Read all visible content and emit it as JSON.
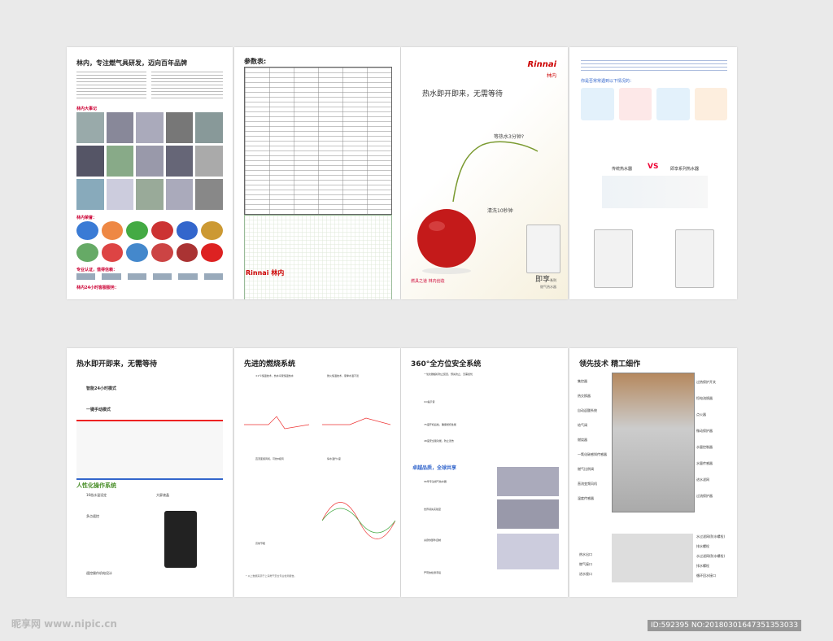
{
  "top": {
    "p1": {
      "title": "林内，专注燃气具研发，迈向百年品牌",
      "section_events": "林内大事记",
      "section_honors": "林内荣誉：",
      "section_cert": "专业认证，值得信赖：",
      "section_service": "林内24小时客服服务："
    },
    "p2": {
      "title": "参数表:",
      "footer_brand": "Rinnai 林内"
    },
    "p3": {
      "headline": "热水即开即来，无需等待",
      "wait": "等热水3分钟?",
      "wash": "清洗10秒钟",
      "slogan": "燃具之道 林内创造",
      "brand": "Rinnai",
      "brand_cn": "林内",
      "product_name": "即享",
      "product_suffix": "系列",
      "product_sub": "燃气热水器"
    },
    "p4": {
      "question": "你是否常常遇到以下情况的：",
      "vs_left": "传统热水器",
      "vs_mid": "VS",
      "vs_right": "即享系列热水器",
      "vs_right_title": "即享"
    }
  },
  "bottom": {
    "p1": {
      "title": "热水即开即来，无需等待",
      "feature_1": "智能24小时模式",
      "feature_2": "一键手动模式",
      "section": "人性化操作系统",
      "item_1": "16档水温设定",
      "item_2": "大屏液晶",
      "item_3": "多点遥控",
      "item_4": "遥控操作机电设计"
    },
    "p2": {
      "title": "先进的燃烧系统",
      "f1": "±1℃恒温技术，热水享受恒温热水",
      "f2": "微火恒温技术，夏季水温不烫",
      "f3": "直流变频风机，可抗8级风",
      "f4": "停水温升1度",
      "f5": "高效节能",
      "note": "* 以上数据来源于上海燃气安全专业检测报告。"
    },
    "p3": {
      "title": "360°全方位安全系统",
      "s1": "一氧化碳超标防止装置，预先防止，无需担忧",
      "s2": "CO提示音",
      "s3": "75度开机后检，确保燃烧性能",
      "s4": "48度安全锁功能，防止烫伤",
      "section": "卓越品质，全球共享",
      "q1": "96年专注燃气热水器",
      "q2": "世界领先实验室",
      "q3": "关键零部件自制",
      "q4": "严苛的检测手段"
    },
    "p4": {
      "title": "领先技术 精工细作",
      "labels_left": [
        "集控器",
        "热交换器",
        "自动返酸系统",
        "给气阀",
        "燃烧器",
        "一氧化碳感知传感器",
        "燃气比例阀",
        "直流变频风机",
        "温度传感器"
      ],
      "labels_right": [
        "过热保护开关",
        "恒电流馈器",
        "点火器",
        "微动保护器",
        "水量控制器",
        "水量传感器",
        "进水滤网",
        "过流保护器"
      ],
      "bottom_left": [
        "热水出口",
        "燃气接口",
        "进水接口"
      ],
      "bottom_right": [
        "水过滤网(防水螺栓)",
        "排水螺栓",
        "水过滤网(防水螺栓)",
        "排水螺栓",
        "循环回水接口"
      ]
    }
  },
  "watermark": {
    "left": "昵享网 www.nipic.cn",
    "right": "ID:592395 NO:20180301647351353033"
  }
}
